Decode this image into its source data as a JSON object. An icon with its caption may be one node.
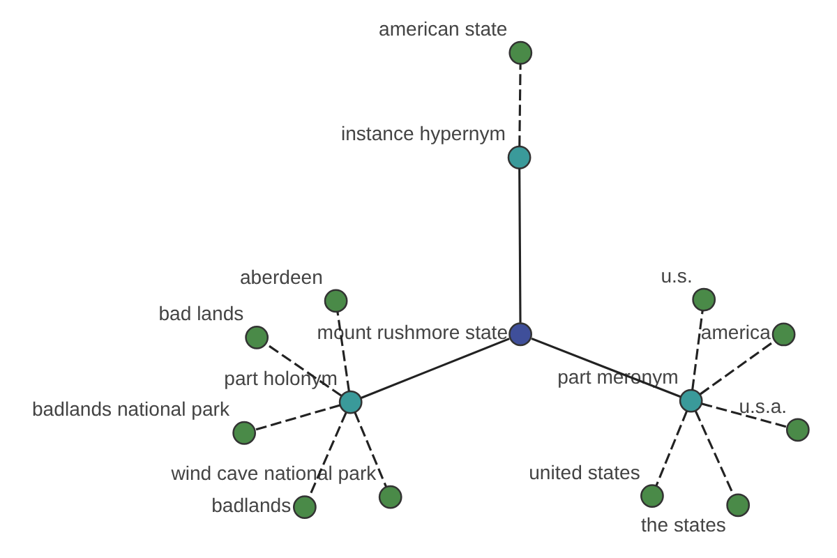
{
  "diagram": {
    "nodes": [
      {
        "text": [],
        "shape": "circle",
        "beside": [
          "mount rushmore state"
        ]
      },
      {
        "text": [],
        "shape": "circle",
        "beside": [
          "part holonym"
        ]
      },
      {
        "text": [],
        "shape": "circle",
        "beside": [
          "part meronym"
        ]
      },
      {
        "text": [],
        "shape": "circle",
        "beside": [
          "instance hypernym"
        ]
      },
      {
        "text": [],
        "shape": "circle",
        "beside": [
          "aberdeen"
        ]
      },
      {
        "text": [],
        "shape": "circle",
        "beside": [
          "bad lands"
        ]
      },
      {
        "text": [],
        "shape": "circle",
        "beside": [
          "badlands national park"
        ]
      },
      {
        "text": [],
        "shape": "circle",
        "beside": [
          "wind cave national park"
        ]
      },
      {
        "text": [],
        "shape": "circle",
        "beside": [
          "badlands"
        ]
      },
      {
        "text": [],
        "shape": "circle",
        "beside": [
          "the states"
        ]
      },
      {
        "text": [],
        "shape": "circle",
        "beside": [
          "u.s."
        ]
      },
      {
        "text": [],
        "shape": "circle",
        "beside": [
          "united states"
        ]
      },
      {
        "text": [],
        "shape": "circle",
        "beside": [
          "u.s.a."
        ]
      },
      {
        "text": [],
        "shape": "circle",
        "beside": [
          "america"
        ]
      },
      {
        "text": [],
        "shape": "circle",
        "beside": [
          "american state"
        ]
      }
    ],
    "edges": [
      {
        "from": 0,
        "to": 1,
        "arrow": "none"
      },
      {
        "from": 0,
        "to": 2,
        "arrow": "none"
      },
      {
        "from": 0,
        "to": 3,
        "arrow": "none"
      },
      {
        "from": 1,
        "to": 4,
        "arrow": "none",
        "style": "dashed"
      },
      {
        "from": 1,
        "to": 5,
        "arrow": "none",
        "style": "dashed"
      },
      {
        "from": 1,
        "to": 6,
        "arrow": "none",
        "style": "dashed"
      },
      {
        "from": 1,
        "to": 7,
        "arrow": "none",
        "style": "dashed"
      },
      {
        "from": 1,
        "to": 8,
        "arrow": "none",
        "style": "dashed"
      },
      {
        "from": 2,
        "to": 9,
        "arrow": "none",
        "style": "dashed"
      },
      {
        "from": 2,
        "to": 10,
        "arrow": "none",
        "style": "dashed"
      },
      {
        "from": 2,
        "to": 11,
        "arrow": "none",
        "style": "dashed"
      },
      {
        "from": 2,
        "to": 12,
        "arrow": "none",
        "style": "dashed"
      },
      {
        "from": 2,
        "to": 13,
        "arrow": "none",
        "style": "dashed"
      },
      {
        "from": 3,
        "to": 14,
        "arrow": "none",
        "style": "dashed"
      }
    ]
  }
}
